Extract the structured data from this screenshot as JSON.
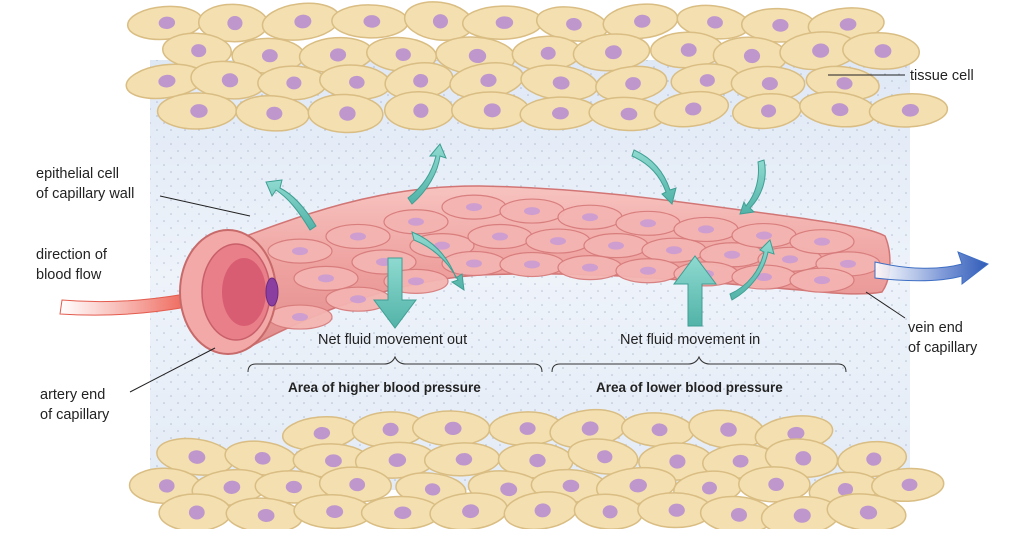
{
  "labels": {
    "tissue_cell": "tissue cell",
    "epithelial_cell_line1": "epithelial cell",
    "epithelial_cell_line2": "of capillary wall",
    "direction_line1": "direction of",
    "direction_line2": "blood flow",
    "artery_line1": "artery end",
    "artery_line2": "of capillary",
    "vein_line1": "vein end",
    "vein_line2": "of capillary",
    "net_out": "Net fluid movement out",
    "net_in": "Net fluid movement in",
    "higher_pressure": "Area of higher blood pressure",
    "lower_pressure": "Area of lower blood pressure"
  },
  "colors": {
    "tissue_cell_fill": "#f3dfb0",
    "tissue_cell_stroke": "#d9bd83",
    "nucleus": "#b98fd0",
    "capillary_fill": "#f1a7a7",
    "capillary_stroke": "#d77c7c",
    "fluid_arrow": "#6cc8bd",
    "artery_arrow": "#e02a2a",
    "vein_arrow": "#3f6fc4",
    "interstitial": "#e7eef8"
  }
}
